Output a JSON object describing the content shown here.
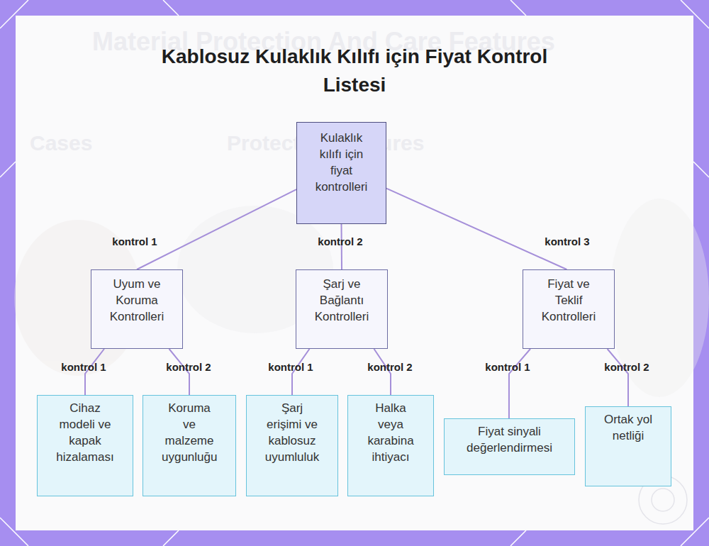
{
  "diagram": {
    "title": "Kablosuz Kulaklık Kılıfı için Fiyat Kontrol Listesi",
    "nodes": [
      {
        "text": [
          "Kulaklık kılıfı için fiyat kontrolleri"
        ]
      },
      {
        "text": [
          "Uyum ve Koruma Kontrolleri"
        ]
      },
      {
        "text": [
          "Şarj ve Bağlantı Kontrolleri"
        ]
      },
      {
        "text": [
          "Fiyat ve Teklif Kontrolleri"
        ]
      },
      {
        "text": [
          "Cihaz modeli ve kapak hizalaması"
        ]
      },
      {
        "text": [
          "Koruma ve malzeme uygunluğu"
        ]
      },
      {
        "text": [
          "Şarj erişimi ve kablosuz uyumluluk"
        ]
      },
      {
        "text": [
          "Halka veya karabina ihtiyacı"
        ]
      },
      {
        "text": [
          "Fiyat sinyali değerlendirmesi"
        ]
      },
      {
        "text": [
          "Ortak yol netliği"
        ]
      }
    ],
    "edges": [
      {
        "from": 0,
        "to": 1,
        "label": "kontrol 1",
        "arrow": "none"
      },
      {
        "from": 0,
        "to": 2,
        "label": "kontrol 2",
        "arrow": "none"
      },
      {
        "from": 0,
        "to": 3,
        "label": "kontrol 3",
        "arrow": "none"
      },
      {
        "from": 1,
        "to": 4,
        "label": "kontrol 1",
        "arrow": "none"
      },
      {
        "from": 1,
        "to": 5,
        "label": "kontrol 2",
        "arrow": "none"
      },
      {
        "from": 2,
        "to": 6,
        "label": "kontrol 1",
        "arrow": "none"
      },
      {
        "from": 2,
        "to": 7,
        "label": "kontrol 2",
        "arrow": "none"
      },
      {
        "from": 3,
        "to": 8,
        "label": "kontrol 1",
        "arrow": "none"
      },
      {
        "from": 3,
        "to": 9,
        "label": "kontrol 2",
        "arrow": "none"
      }
    ],
    "labels": [
      "Material Protection And Care Features",
      "Cases",
      "Protective Features"
    ]
  }
}
